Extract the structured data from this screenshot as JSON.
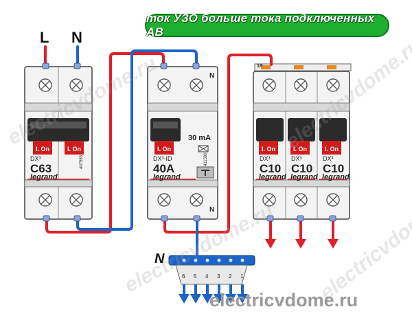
{
  "title": "ток УЗО больше тока подключенных АВ",
  "wires": {
    "line_label": "L",
    "neutral_label": "N",
    "neutral_bus_label": "N"
  },
  "colors": {
    "phase": "#e0202a",
    "neutral": "#1e63c6",
    "badge": "#1fae2f",
    "on_red": "#d31b1b"
  },
  "main_breaker": {
    "series": "DX³",
    "rating": "C63",
    "brand": "legrand",
    "code": "407583",
    "handle_labels": [
      "I. On",
      "I. On"
    ]
  },
  "rcd": {
    "series": "DX³-ID",
    "rating": "40A",
    "sensitivity": "30 mA",
    "brand": "legrand",
    "code": "411590",
    "n_marks": [
      "N",
      "N"
    ],
    "test_icon": "test-button-icon",
    "handle_label": "I. On"
  },
  "branch_breakers": [
    {
      "series": "DX³",
      "rating": "C10",
      "brand": "legrand",
      "handle_label": "I. On"
    },
    {
      "series": "DX³",
      "rating": "C10",
      "brand": "legrand",
      "handle_label": "I. On"
    },
    {
      "series": "DX³",
      "rating": "C10",
      "brand": "legrand",
      "handle_label": "I. On"
    }
  ],
  "comb_bus_label": "1P",
  "terminal_bar": {
    "numbers": [
      "6",
      "5",
      "4",
      "3",
      "2",
      "1"
    ]
  },
  "watermark": "electricvdome.ru",
  "footer": "electricvdome.ru"
}
